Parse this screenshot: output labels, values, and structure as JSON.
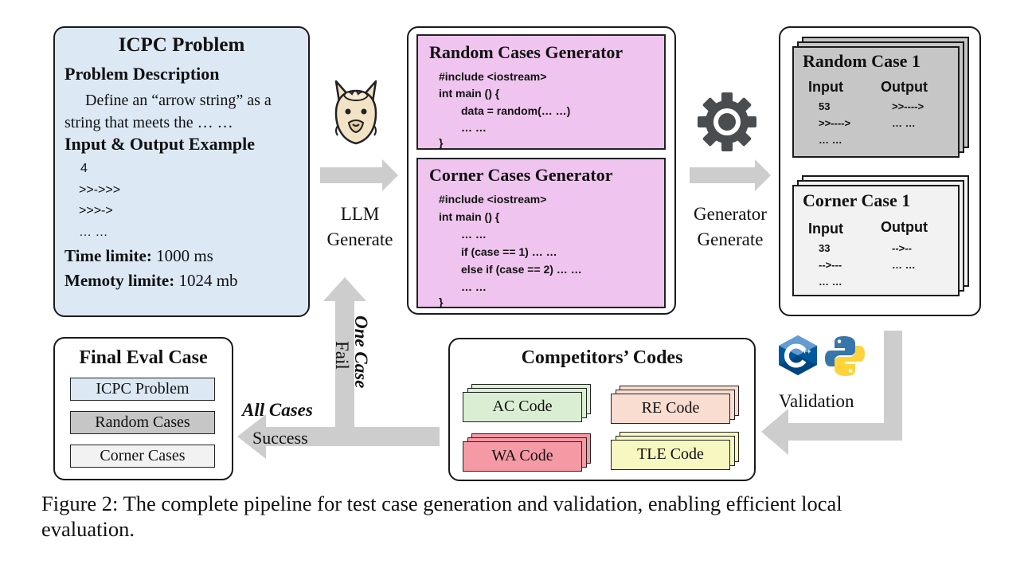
{
  "problem": {
    "title": "ICPC Problem",
    "desc_heading": "Problem Description",
    "desc_line1": "Define an “arrow string” as a",
    "desc_line2": "string that meets the … …",
    "io_heading": "Input & Output Example",
    "io_lines": [
      "4",
      ">>->>>",
      ">>>->",
      "… …"
    ],
    "time_label": "Time limite:",
    "time_value": "1000 ms",
    "mem_label": "Memoty limite:",
    "mem_value": "1024 mb"
  },
  "llm_step": {
    "line1": "LLM",
    "line2": "Generate"
  },
  "generators": {
    "random": {
      "title": "Random Cases Generator",
      "lines": [
        "#include <iostream>",
        "int main () {",
        "data = random(… …)",
        "… …",
        "}"
      ]
    },
    "corner": {
      "title": "Corner Cases Generator",
      "lines": [
        "#include <iostream>",
        "int main () {",
        "… …",
        "if (case == 1) … …",
        "else if (case == 2) … …",
        "… …",
        "}"
      ]
    }
  },
  "generator_step": {
    "line1": "Generator",
    "line2": "Generate"
  },
  "random_case": {
    "title": "Random Case 1",
    "input_label": "Input",
    "output_label": "Output",
    "input_lines": [
      "53",
      ">>---->",
      "… …"
    ],
    "output_lines": [
      ">>---->",
      "… …"
    ]
  },
  "corner_case": {
    "title": "Corner Case 1",
    "input_label": "Input",
    "output_label": "Output",
    "input_lines": [
      "33",
      "-->---",
      "… …"
    ],
    "output_lines": [
      "-->--",
      "… …"
    ]
  },
  "validation_label": "Validation",
  "competitors": {
    "title": "Competitors’ Codes",
    "ac": "AC Code",
    "re": "RE Code",
    "wa": "WA Code",
    "tle": "TLE Code"
  },
  "fail_branch": {
    "bold_label": "One Case",
    "label": "Fail"
  },
  "success_branch": {
    "bold_label": "All Cases",
    "label": "Success"
  },
  "final": {
    "title": "Final Eval Case",
    "item1": "ICPC Problem",
    "item2": "Random Cases",
    "item3": "Corner Cases"
  },
  "caption": {
    "line1": "Figure 2:  The complete pipeline for test case generation and validation, enabling efficient local",
    "line2": "evaluation."
  },
  "colors": {
    "problem_bg": "#dce9f5",
    "generator_bg": "#efc4ee",
    "random_case_bg": "#c6c6c6",
    "corner_case_bg": "#f2f2f2",
    "ac_bg": "#d9eed3",
    "re_bg": "#f8ddd0",
    "wa_bg": "#f59aa5",
    "tle_bg": "#f7f7c2",
    "arrow": "#cdcdcd"
  },
  "icons": [
    "llama-icon",
    "gear-icon",
    "cpp-logo-icon",
    "python-logo-icon"
  ]
}
